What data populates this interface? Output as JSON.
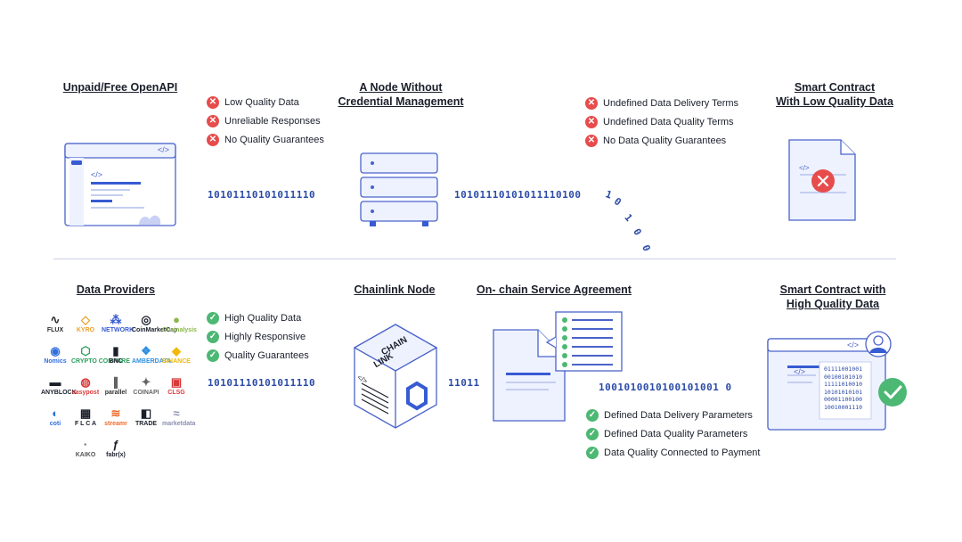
{
  "colors": {
    "accent": "#375bd2",
    "binary": "#2a4aa8",
    "error": "#e74c4c",
    "success": "#4cb873",
    "panel": "#eef2ff",
    "stroke": "#4a63c9"
  },
  "top": {
    "openapi": {
      "title": "Unpaid/Free OpenAPI",
      "code_tag": "</>"
    },
    "node": {
      "title_line1": "A Node Without",
      "title_line2": "Credential Management"
    },
    "contract": {
      "title_line1": "Smart Contract",
      "title_line2": "With Low Quality Data",
      "code_tag": "</>"
    },
    "issues_left": [
      "Low Quality Data",
      "Unreliable Responses",
      "No Quality Guarantees"
    ],
    "issues_right": [
      "Undefined Data Delivery Terms",
      "Undefined Data Quality Terms",
      "No Data Quality Guarantees"
    ],
    "binary_left": "10101110101011110",
    "binary_right": "10101110101011110100",
    "falling_bits": [
      "1",
      "0",
      "1",
      "0",
      "0"
    ]
  },
  "bottom": {
    "providers": {
      "title": "Data Providers",
      "logos": [
        {
          "name": "FLUX",
          "icon": "flux-icon",
          "color": "#2b2b2b"
        },
        {
          "name": "KYRO",
          "icon": "kyro-icon",
          "color": "#e8a02d"
        },
        {
          "name": "NETWORK",
          "icon": "network-icon",
          "color": "#375bd2"
        },
        {
          "name": "CoinMarketCap",
          "icon": "cmc-icon",
          "color": "#1b1f2b"
        },
        {
          "name": "Chainalysis",
          "icon": "chainalysis-icon",
          "color": "#8ab84a"
        },
        {
          "name": "Nomics",
          "icon": "nomics-icon",
          "color": "#2f6fe0"
        },
        {
          "name": "CRYPTO COMPARE",
          "icon": "cryptocompare-icon",
          "color": "#2a9d5c"
        },
        {
          "name": "BNC",
          "icon": "bnc-icon",
          "color": "#1b1f2b"
        },
        {
          "name": "AMBERDATA",
          "icon": "amberdata-icon",
          "color": "#2d8fe0"
        },
        {
          "name": "BINANCE",
          "icon": "binance-icon",
          "color": "#f0b90b"
        },
        {
          "name": "ANYBLOCK",
          "icon": "anyblock-icon",
          "color": "#1b1f2b"
        },
        {
          "name": "easypost",
          "icon": "easypost-icon",
          "color": "#d93a3a"
        },
        {
          "name": "parallel",
          "icon": "parallel-icon",
          "color": "#333333"
        },
        {
          "name": "COINAPI",
          "icon": "coinapi-icon",
          "color": "#666666"
        },
        {
          "name": "CLSG",
          "icon": "clsg-icon",
          "color": "#d93a3a"
        },
        {
          "name": "coti",
          "icon": "coti-icon",
          "color": "#2b6fe0"
        },
        {
          "name": "F L C A",
          "icon": "flca-icon",
          "color": "#1b1f2b"
        },
        {
          "name": "streamr",
          "icon": "streamr-icon",
          "color": "#f06a2b"
        },
        {
          "name": "TRADE",
          "icon": "trade-icon",
          "color": "#1b1f2b"
        },
        {
          "name": "marketdata",
          "icon": "marketdata-icon",
          "color": "#8a8fb0"
        },
        {
          "name": "KAIKO",
          "icon": "kaiko-icon",
          "color": "#555555"
        },
        {
          "name": "fabr(x)",
          "icon": "fabrx-icon",
          "color": "#1b1f2b"
        }
      ]
    },
    "benefits_left": [
      "High Quality Data",
      "Highly Responsive",
      "Quality Guarantees"
    ],
    "binary_left": "10101110101011110",
    "node": {
      "title": "Chainlink Node",
      "cube_line1": "CHAIN",
      "cube_line2": "LINK",
      "code_tag": "</>"
    },
    "binary_short": "11011",
    "agreement": {
      "title": "On- chain Service Agreement"
    },
    "binary_right": "1001010010100101001 0",
    "benefits_right": [
      "Defined Data Delivery Parameters",
      "Defined Data Quality Parameters",
      "Data Quality Connected to Payment"
    ],
    "contract": {
      "title_line1": "Smart Contract with",
      "title_line2": "High Quality Data",
      "code_tag": "</>",
      "code_lines": [
        "01111001001",
        "00100101010",
        "11111010010",
        "10101010101",
        "00001100100",
        "10010001110"
      ]
    }
  }
}
